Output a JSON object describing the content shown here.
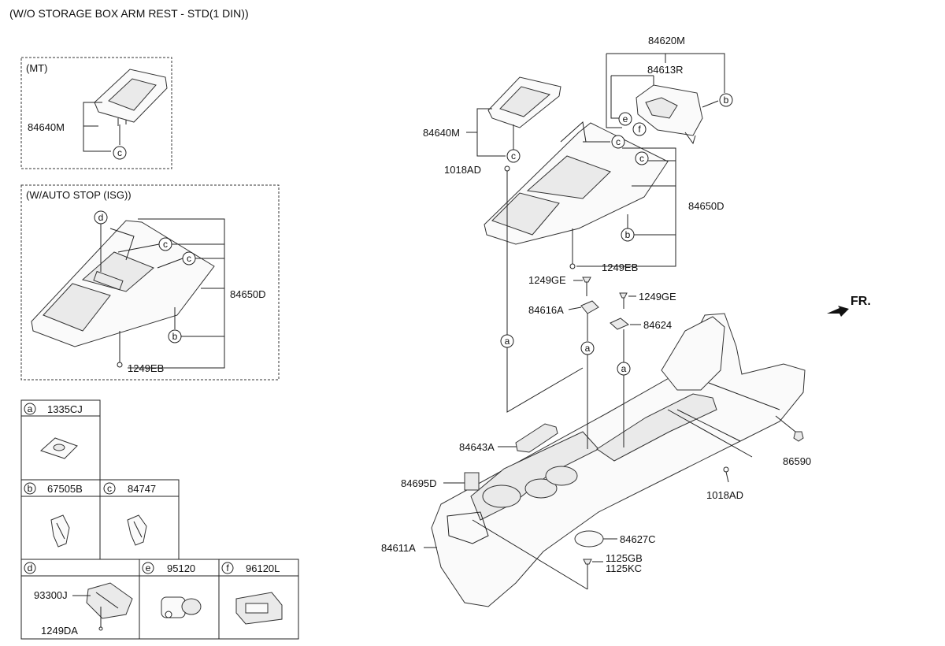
{
  "title": "(W/O STORAGE BOX ARM REST - STD(1 DIN))",
  "direction_label": "FR.",
  "mt_box": {
    "label": "(MT)",
    "part": "84640M",
    "callout": "c"
  },
  "isg_box": {
    "label": "(W/AUTO STOP (ISG))",
    "parts": [
      "84650D",
      "1249EB"
    ],
    "callouts": [
      "d",
      "c",
      "c",
      "b"
    ]
  },
  "legend": [
    {
      "letter": "a",
      "part": "1335CJ"
    },
    {
      "letter": "b",
      "part": "67505B"
    },
    {
      "letter": "c",
      "part": "84747"
    },
    {
      "letter": "d",
      "part": "",
      "subparts": [
        "93300J",
        "1249DA"
      ]
    },
    {
      "letter": "e",
      "part": "95120"
    },
    {
      "letter": "f",
      "part": "96120L"
    }
  ],
  "main": {
    "parts": [
      "84620M",
      "84613R",
      "84640M",
      "1018AD",
      "84650D",
      "1249EB",
      "1249GE",
      "84616A",
      "1249GE",
      "84624",
      "84643A",
      "84695D",
      "84611A",
      "84627C",
      "1125GB",
      "1125KC",
      "1018AD",
      "86590"
    ],
    "callouts": [
      "b",
      "e",
      "f",
      "c",
      "c",
      "c",
      "b",
      "a",
      "a",
      "a"
    ]
  }
}
